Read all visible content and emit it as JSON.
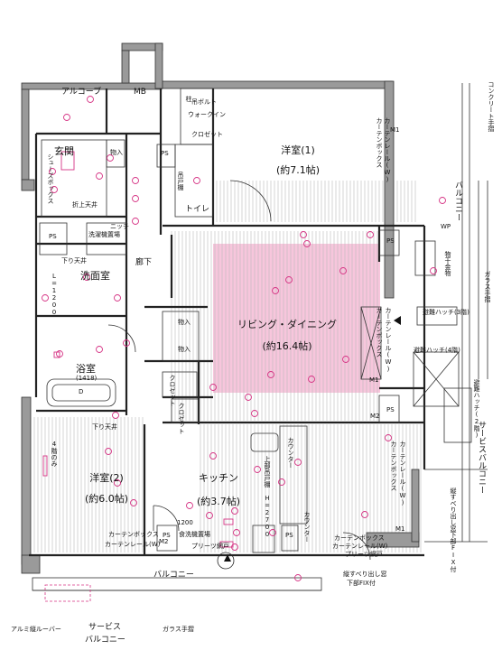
{
  "rooms": {
    "alcove": "アルコーブ",
    "mb": "MB",
    "entrance": "玄関",
    "shoe_box": "シューズボックス",
    "fold_ceiling": "折上天井",
    "ps": "PS",
    "storage": "物入",
    "toilet": "トイレ",
    "upper_shelf": "吊戸棚",
    "niche": "ニッチ",
    "washer": "洗濯機置場",
    "drop_ceiling": "下り天井",
    "hallway": "廊下",
    "washroom": "洗面室",
    "bath": "浴室",
    "bath_size": "(1418)",
    "bedroom1": "洋室(1)",
    "bedroom1_size": "(約7.1帖)",
    "bedroom2": "洋室(2)",
    "bedroom2_size": "(約6.0帖)",
    "living": "リビング・ダイニング",
    "living_size": "(約16.4帖)",
    "kitchen": "キッチン",
    "kitchen_size": "(約3.7帖)",
    "closet": "クロゼット",
    "hanger_pole": "吊ボルト",
    "walk_in": "ウォークイン",
    "walk_in_closet": "クロゼット",
    "pillar": "柱",
    "counter": "カウンター",
    "dishwasher": "食洗機置場",
    "pleated_screen": "プリーツ網戸",
    "curtain_box": "カーテンボックス",
    "curtain_rail": "カーテンレール(W)",
    "upper_cabinet": "上部吊戸棚",
    "height_2700": "H=2700",
    "dim_1200": "1200",
    "l1200": "L=1200",
    "four_floor": "4階のみ",
    "d_mark": "D"
  },
  "exterior": {
    "balcony": "バルコニー",
    "service_balcony": "サービスバルコニー",
    "service_balcony_bottom_1": "サービス",
    "service_balcony_bottom_2": "バルコニー",
    "concrete_rail": "コンクリート手摺",
    "glass_rail": "ガラス手摺",
    "glass_rail_bottom": "ガラス手摺",
    "aluminum_louver": "アルミ縦ルーバー",
    "drying_hardware": "物干金物",
    "hatch_3f": "避難ハッチ(3階)",
    "hatch_4f": "避難ハッチ(4階)",
    "hatch_2f": "避難ハッチ(2階)",
    "sliding_window": "縦すべり出し窓",
    "fix_window": "下部FIX付",
    "sliding_window_v": "縦すべり出し窓下部FIX付",
    "wp": "WP"
  },
  "marks": {
    "m1": "M1",
    "m2": "M2"
  }
}
